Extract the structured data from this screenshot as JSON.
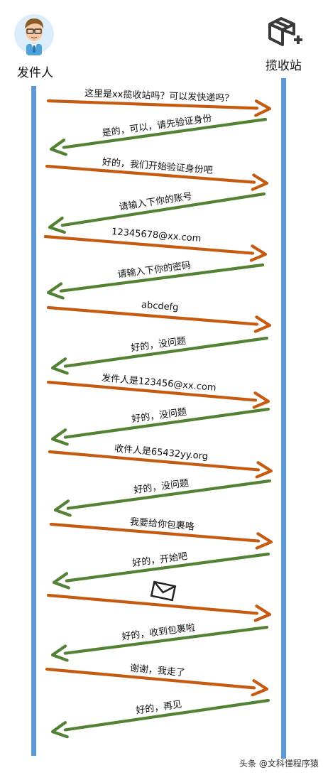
{
  "actors": {
    "sender": {
      "name": "发件人",
      "icon": "person-avatar-icon"
    },
    "station": {
      "name": "揽收站",
      "icon": "package-box-icon"
    }
  },
  "colors": {
    "lifeline": "#5b9bd5",
    "to_station": "#c55a11",
    "to_sender": "#548235"
  },
  "messages": [
    {
      "text": "这里是xx揽收站吗？可以发快递吗？",
      "dir": "to_station"
    },
    {
      "text": "是的，可以，请先验证身份",
      "dir": "to_sender"
    },
    {
      "text": "好的，我们开始验证身份吧",
      "dir": "to_station"
    },
    {
      "text": "请输入下你的账号",
      "dir": "to_sender"
    },
    {
      "text": "12345678@xx.com",
      "dir": "to_station"
    },
    {
      "text": "请输入下你的密码",
      "dir": "to_sender"
    },
    {
      "text": "abcdefg",
      "dir": "to_station"
    },
    {
      "text": "好的，没问题",
      "dir": "to_sender"
    },
    {
      "text": "发件人是123456@xx.com",
      "dir": "to_station"
    },
    {
      "text": "好的，没问题",
      "dir": "to_sender"
    },
    {
      "text": "收件人是65432yy.org",
      "dir": "to_station"
    },
    {
      "text": "好的，没问题",
      "dir": "to_sender"
    },
    {
      "text": "我要给你包裹咯",
      "dir": "to_station"
    },
    {
      "text": "好的，开始吧",
      "dir": "to_sender"
    },
    {
      "text": "",
      "icon": "envelope-icon",
      "dir": "to_station"
    },
    {
      "text": "好的，收到包裹啦",
      "dir": "to_sender"
    },
    {
      "text": "谢谢，我走了",
      "dir": "to_station"
    },
    {
      "text": "好的，再见",
      "dir": "to_sender"
    }
  ],
  "watermark": "头条 @文科懂程序猿"
}
